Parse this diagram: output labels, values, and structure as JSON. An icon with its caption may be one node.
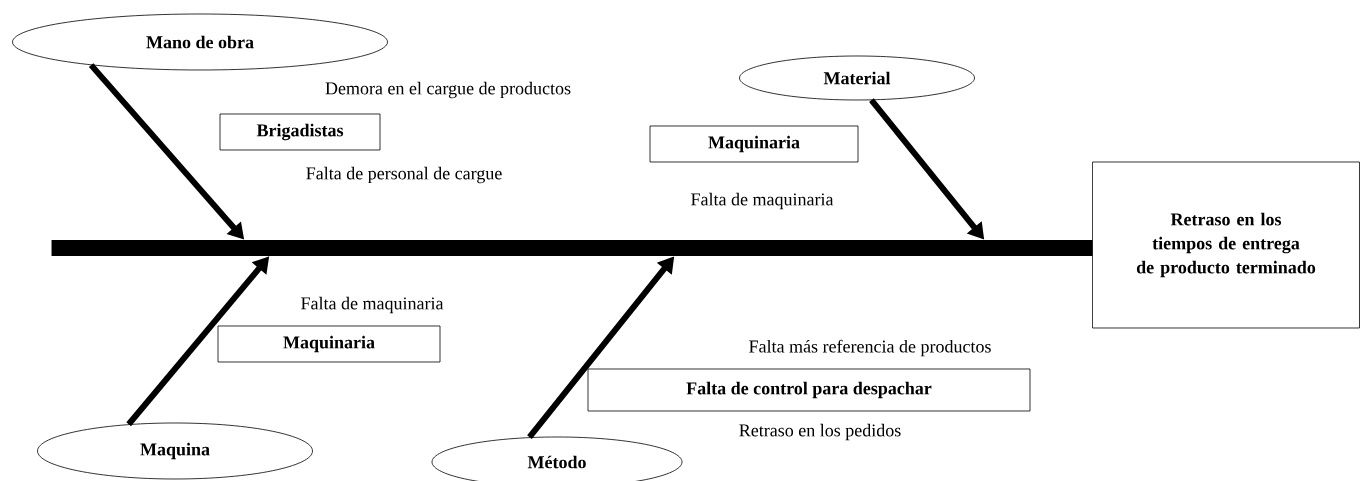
{
  "diagram": {
    "nodes": [
      {
        "text": [
          "Mano de  obra"
        ]
      },
      {
        "text": [
          "Brigadistas"
        ],
        "beside": [
          "Demora en el cargue de productos",
          "Falta de personal de cargue"
        ]
      },
      {
        "text": [
          "Material"
        ]
      },
      {
        "text": [
          "Maquinaria"
        ],
        "beside": [
          "Falta de maquinaria"
        ]
      },
      {
        "text": [
          "Retraso en los tiempos de entrega de producto terminado"
        ]
      },
      {
        "text": [],
        "shape": "bar"
      },
      {
        "text": [
          "Maquina"
        ]
      },
      {
        "text": [
          "Maquinaria"
        ],
        "beside": [
          "Falta de maquinaria"
        ]
      },
      {
        "text": [
          "Método"
        ]
      },
      {
        "text": [
          "Falta de control para despachar"
        ],
        "beside": [
          "Falta más referencia de productos",
          "Retraso en los pedidos"
        ]
      }
    ],
    "edges": [
      {
        "from": 0,
        "to": 5,
        "arrow": "to"
      },
      {
        "from": 2,
        "to": 5,
        "arrow": "to"
      },
      {
        "from": 6,
        "to": 5,
        "arrow": "to"
      },
      {
        "from": 8,
        "to": 5,
        "arrow": "to"
      }
    ]
  }
}
